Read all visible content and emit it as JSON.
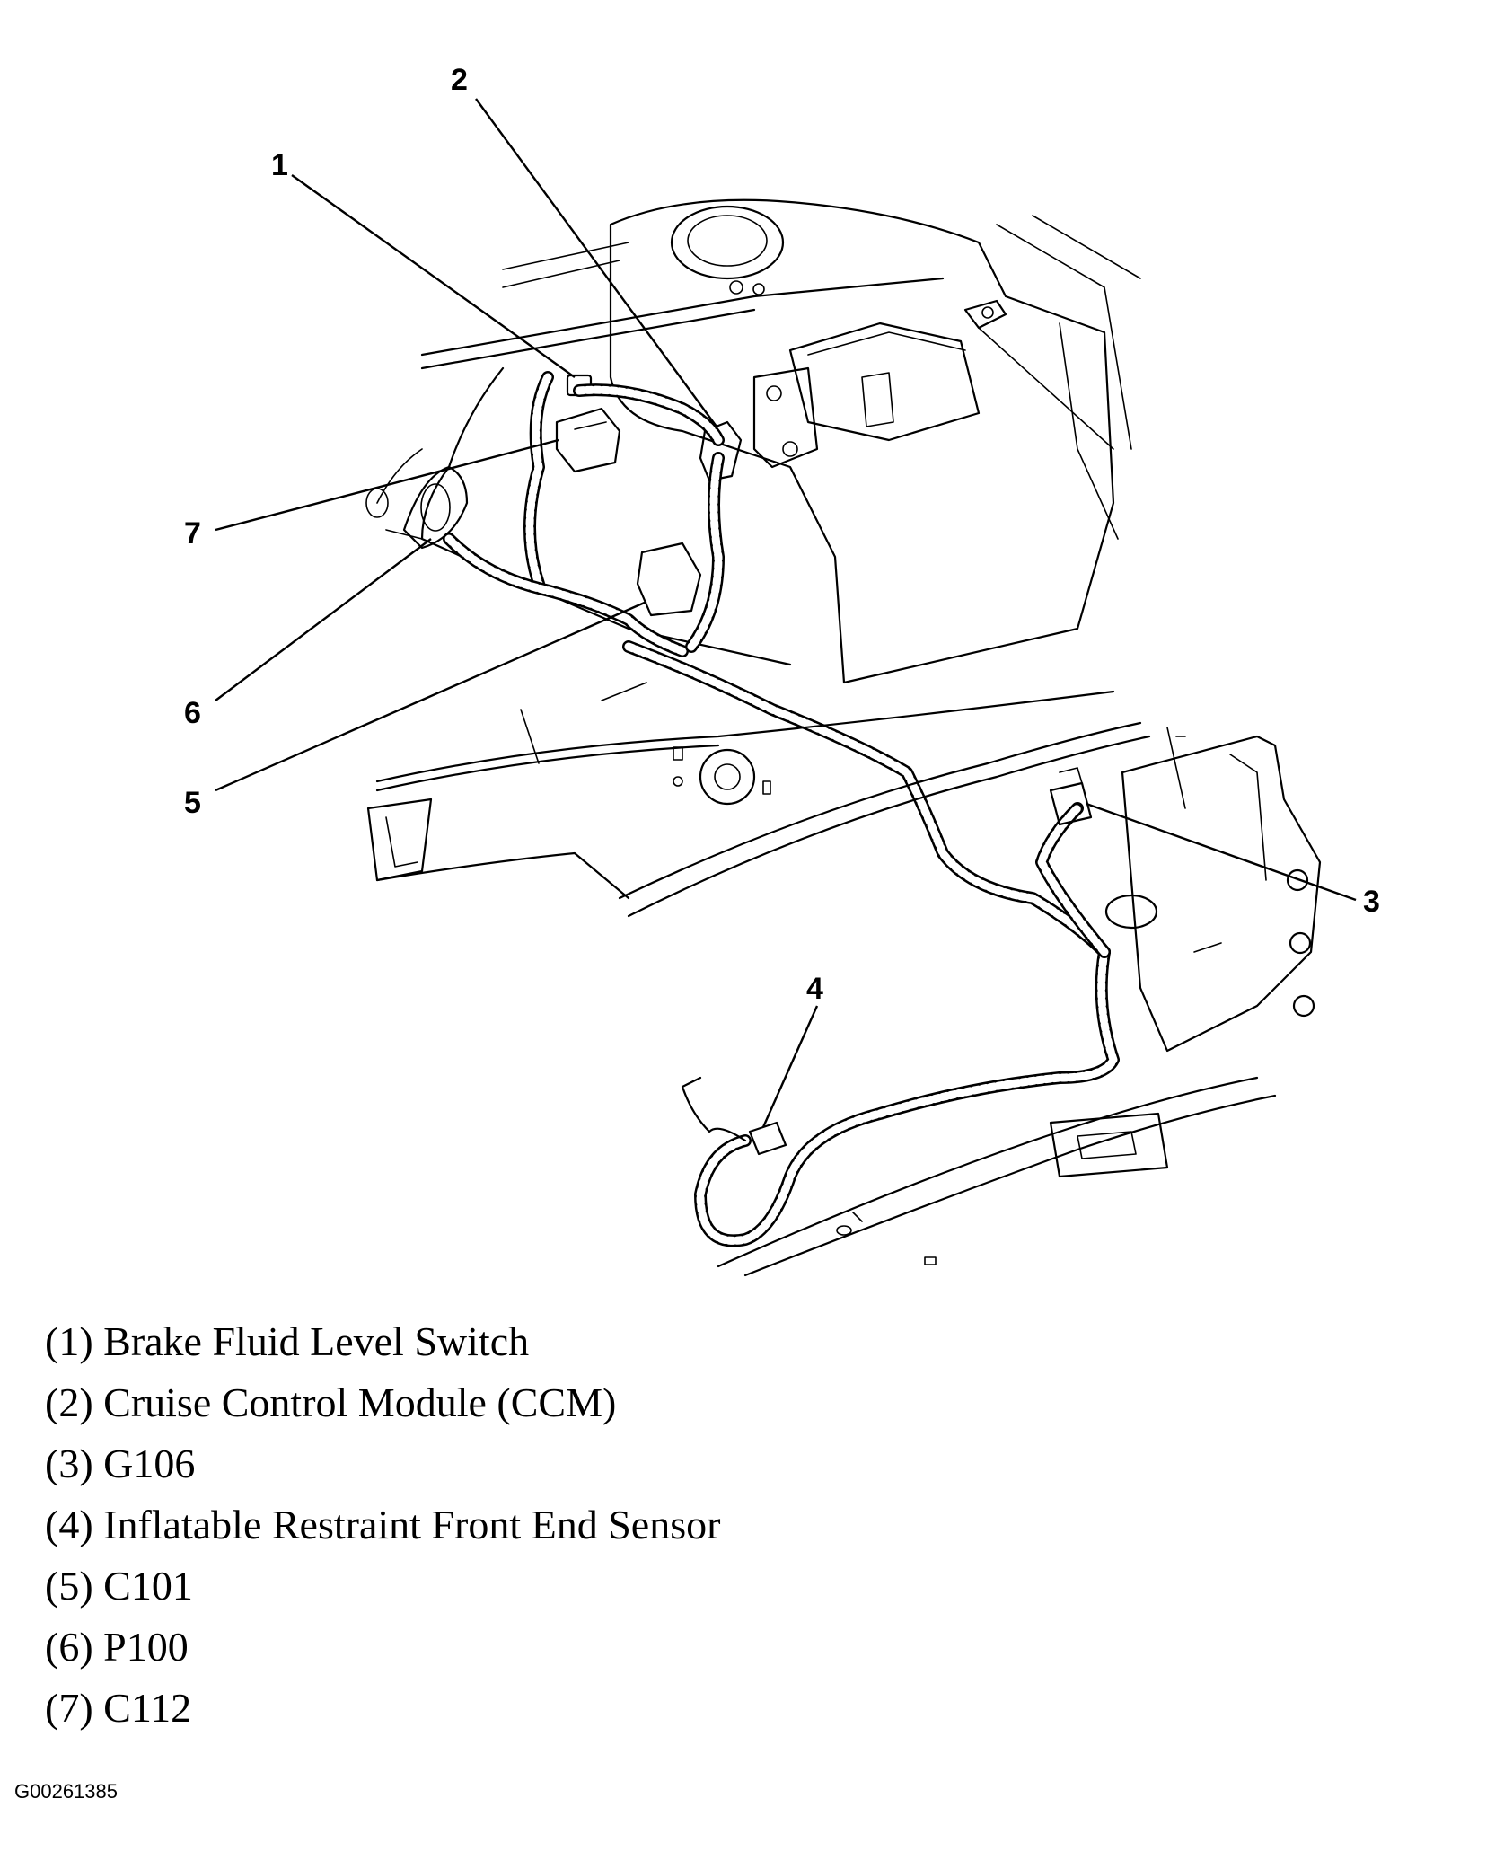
{
  "callouts": [
    {
      "number": "1",
      "label": "Brake Fluid Level Switch"
    },
    {
      "number": "2",
      "label": "Cruise Control Module (CCM)"
    },
    {
      "number": "3",
      "label": "G106"
    },
    {
      "number": "4",
      "label": "Inflatable Restraint Front End Sensor"
    },
    {
      "number": "5",
      "label": "C101"
    },
    {
      "number": "6",
      "label": "P100"
    },
    {
      "number": "7",
      "label": "C112"
    }
  ],
  "legend": [
    "(1) Brake Fluid Level Switch",
    "(2) Cruise Control Module (CCM)",
    "(3) G106",
    "(4) Inflatable Restraint Front End Sensor",
    "(5) C101",
    "(6) P100",
    "(7) C112"
  ],
  "figure_id": "G00261385"
}
